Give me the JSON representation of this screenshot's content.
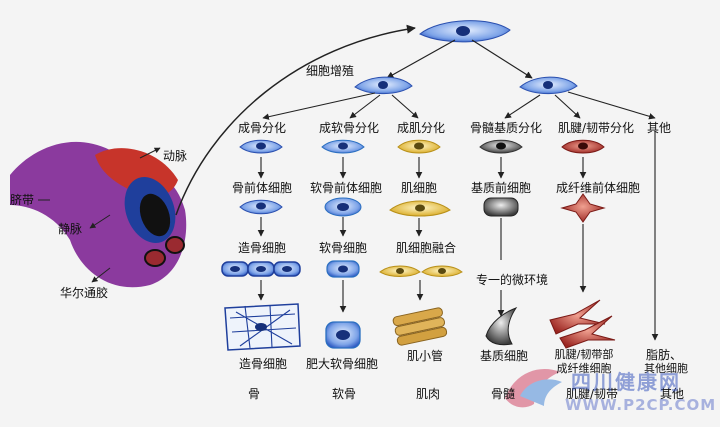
{
  "top_label": "细胞增殖",
  "cord": {
    "artery": "动脉",
    "umbilical_cord": "脐带",
    "vein": "静脉",
    "wharton_jelly": "华尔通胶"
  },
  "lineages": [
    {
      "title": "成骨分化",
      "progenitor": "骨前体细胞",
      "mid": "造骨细胞",
      "mature": "造骨细胞",
      "tissue": "骨",
      "color": "#3a4fa8"
    },
    {
      "title": "成软骨分化",
      "progenitor": "软骨前体细胞",
      "mid": "软骨细胞",
      "mature": "肥大软骨细胞",
      "tissue": "软骨",
      "color": "#3a78c8"
    },
    {
      "title": "成肌分化",
      "progenitor": "肌细胞",
      "mid": "肌细胞融合",
      "mature": "肌小管",
      "tissue": "肌肉",
      "color": "#d9b02a"
    },
    {
      "title": "骨髓基质分化",
      "progenitor": "基质前细胞",
      "mid": "专一的微环境",
      "mature": "基质细胞",
      "tissue": "骨髓",
      "color": "#5a5a5a"
    },
    {
      "title": "肌腱/韧带分化",
      "progenitor": "成纤维前体细胞",
      "mature_line1": "肌腱/韧带部",
      "mature_line2": "成纤维细胞",
      "tissue": "肌腱/韧带",
      "color": "#a8302a"
    },
    {
      "title": "其他",
      "mature_line1": "脂肪、",
      "mature_line2": "其他细胞",
      "tissue": "其他"
    }
  ],
  "watermark": {
    "brand": "四川健康网",
    "url": "WWW.P2CP.COM"
  }
}
